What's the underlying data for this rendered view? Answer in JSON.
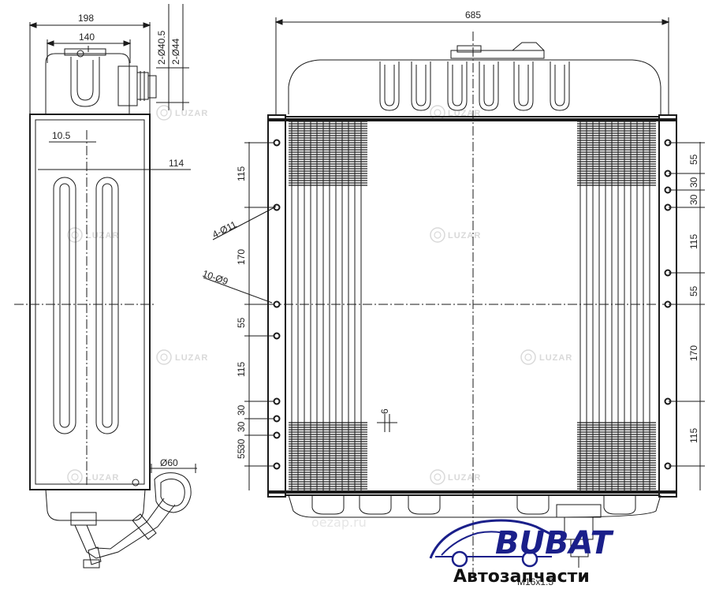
{
  "dimensions": {
    "d198": "198",
    "d140": "140",
    "d40_5": "2-Ø40.5",
    "d44": "2-Ø44",
    "d10_5": "10.5",
    "d114": "114",
    "d60": "Ø60",
    "d685": "685",
    "d4_11": "4-Ø11",
    "d10_9": "10-Ø9",
    "d6": "6",
    "thread": "M16x1.5",
    "left_chain": [
      "115",
      "170",
      "55",
      "115",
      "30",
      "30",
      "30",
      "55"
    ],
    "right_chain": [
      "55",
      "30",
      "30",
      "115",
      "55",
      "170",
      "115"
    ]
  },
  "watermarks": {
    "brand": "LUZAR",
    "site": "oezap.ru"
  },
  "logo": {
    "name": "BUBAT",
    "subtitle": "Автозапчасти"
  },
  "colors": {
    "line": "#1a1a1a",
    "logo": "#1a1f8a",
    "watermark": "#d9d9d9"
  }
}
